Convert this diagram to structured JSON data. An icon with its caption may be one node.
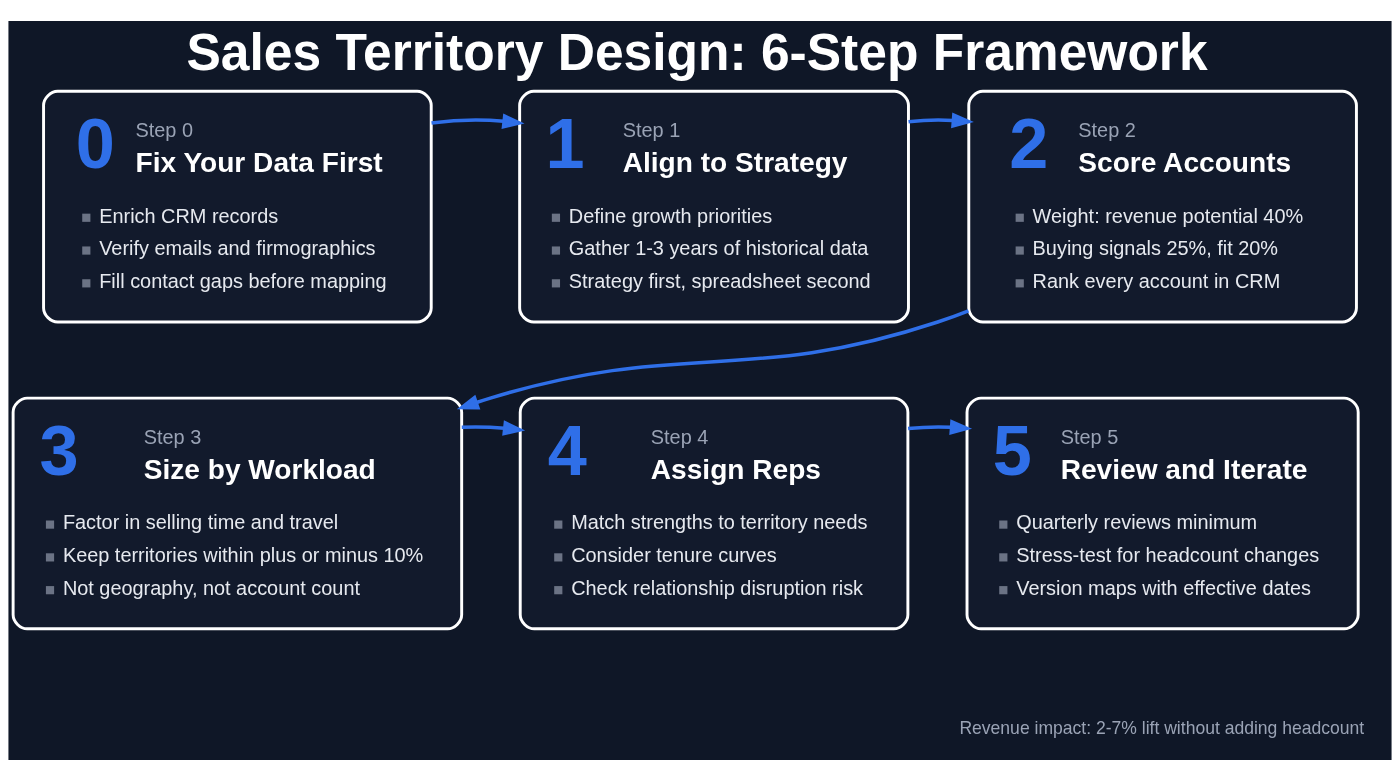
{
  "diagram": {
    "title": "Sales Territory Design: 6-Step Framework",
    "nodes": [
      {
        "text": [
          "0",
          "Step 0",
          "Fix Your Data First",
          "Enrich CRM records",
          "Verify emails and firmographics",
          "Fill contact gaps before mapping"
        ]
      },
      {
        "text": [
          "1",
          "Step 1",
          "Align to Strategy",
          "Define growth priorities",
          "Gather 1-3 years of historical data",
          "Strategy first, spreadsheet second"
        ]
      },
      {
        "text": [
          "2",
          "Step 2",
          "Score Accounts",
          "Weight: revenue potential 40%",
          "Buying signals 25%, fit 20%",
          "Rank every account in CRM"
        ]
      },
      {
        "text": [
          "3",
          "Step 3",
          "Size by Workload",
          "Factor in selling time and travel",
          "Keep territories within plus or minus 10%",
          "Not geography, not account count"
        ]
      },
      {
        "text": [
          "4",
          "Step 4",
          "Assign Reps",
          "Match strengths to territory needs",
          "Consider tenure curves",
          "Check relationship disruption risk"
        ]
      },
      {
        "text": [
          "5",
          "Step 5",
          "Review and Iterate",
          "Quarterly reviews minimum",
          "Stress-test for headcount changes",
          "Version maps with effective dates"
        ]
      }
    ],
    "edges": [
      {
        "from": 0,
        "to": 1,
        "arrow": "to"
      },
      {
        "from": 1,
        "to": 2,
        "arrow": "to"
      },
      {
        "from": 2,
        "to": 3,
        "arrow": "to"
      },
      {
        "from": 3,
        "to": 4,
        "arrow": "to"
      },
      {
        "from": 4,
        "to": 5,
        "arrow": "to"
      }
    ],
    "labels": [
      "Revenue impact: 2-7% lift without adding headcount"
    ]
  }
}
